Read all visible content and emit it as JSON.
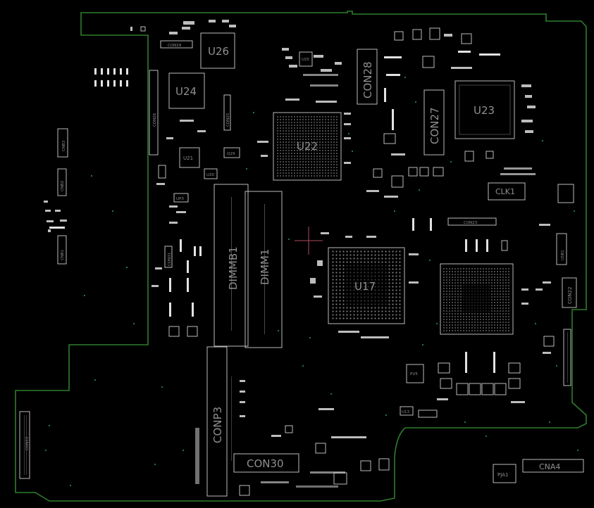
{
  "title": "",
  "colors": {
    "background": "#000000",
    "board_outline": "#2e7d2e",
    "silkscreen": "#cfcfcf",
    "label": "#8f8f8f",
    "via": "#2f9a6a",
    "crosshair": "#b04a5a"
  },
  "components": {
    "U26": "U26",
    "U24": "U24",
    "U21": "U21",
    "U22": "U22",
    "U23": "U23",
    "U17": "U17",
    "CON28": "CON28",
    "CON27": "CON27",
    "CON29": "CON29",
    "CON26": "CON26",
    "CON25": "CON25",
    "CON23": "CON23",
    "CON22": "CON22",
    "CON30": "CON30",
    "CONP3": "CONP3",
    "DIMMB1": "DIMMB1",
    "DIMM1": "DIMM1",
    "CLK1": "CLK1",
    "CNB3": "CNB3",
    "CNB2": "CNB2",
    "CNB1": "CNB1",
    "CNA4": "CNA4",
    "PJA1": "PJA1",
    "USB1": "USB1",
    "UP3": "UP3",
    "U20": "U20",
    "Q29": "Q29",
    "U25": "U25",
    "PU5": "PU5",
    "U13": "U13",
    "CON33": "CON33",
    "CON31": "CON31"
  }
}
